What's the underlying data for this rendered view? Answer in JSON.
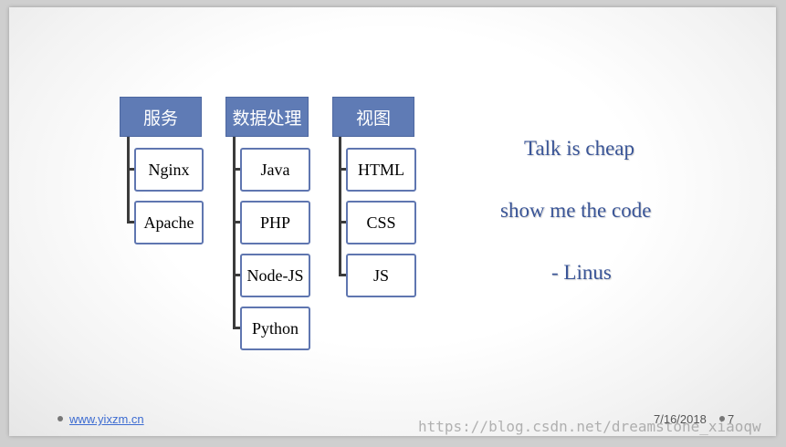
{
  "columns": [
    {
      "header": "服务",
      "items": [
        "Nginx",
        "Apache"
      ]
    },
    {
      "header": "数据处理",
      "items": [
        "Java",
        "PHP",
        "Node-JS",
        "Python"
      ]
    },
    {
      "header": "视图",
      "items": [
        "HTML",
        "CSS",
        "JS"
      ]
    }
  ],
  "quote": {
    "line1": "Talk is cheap",
    "line2": "show me the code",
    "line3": "- Linus"
  },
  "footer": {
    "link": "www.yixzm.cn",
    "date": "7/16/2018",
    "page": "7"
  },
  "watermark": "https://blog.csdn.net/dreamstone_xiaoqw"
}
